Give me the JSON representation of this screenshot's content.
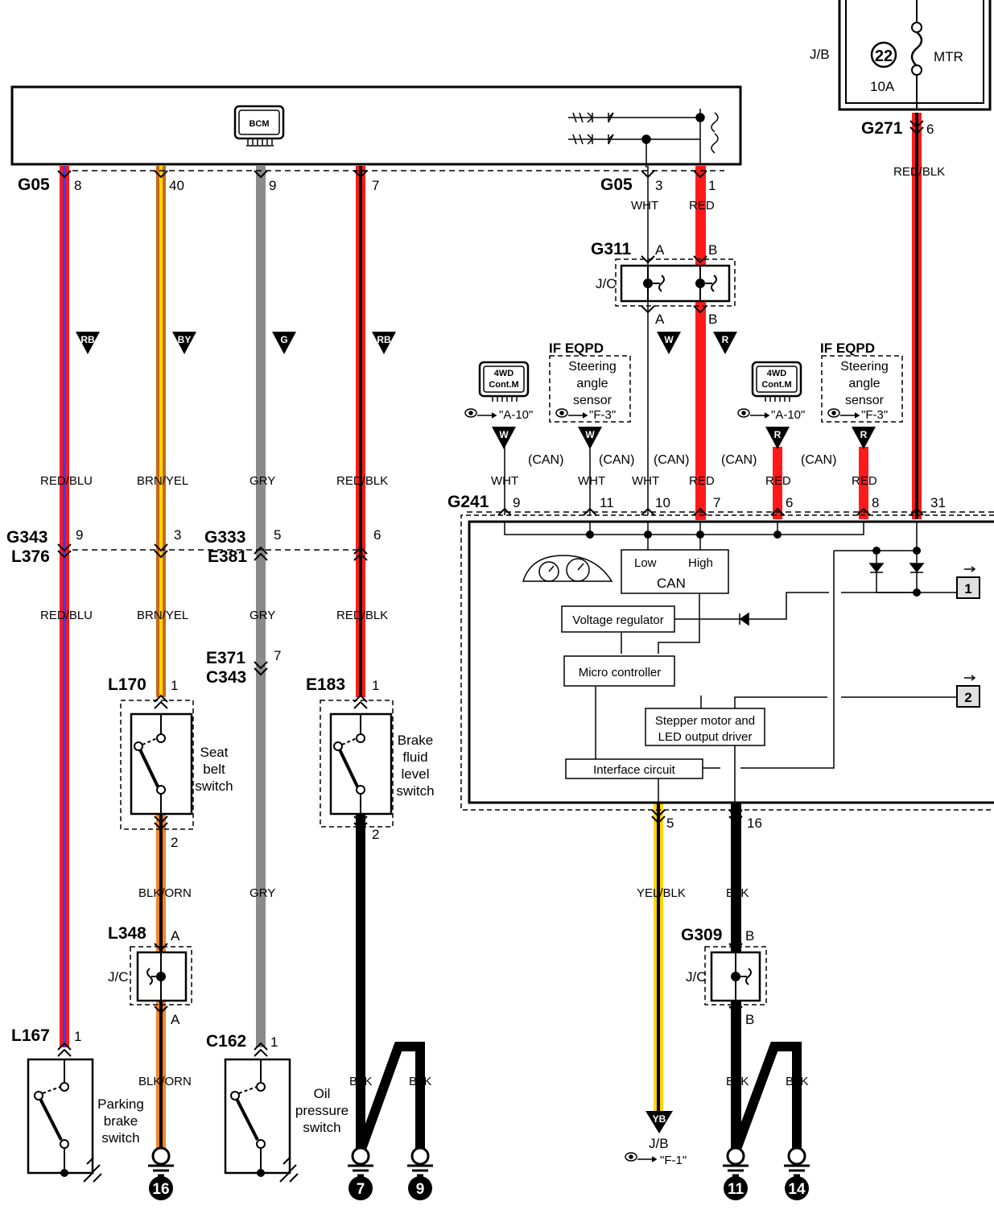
{
  "modules": {
    "bcm": "BCM",
    "fuse_box": {
      "jb": "J/B",
      "fuse_no": "22",
      "rating": "10A",
      "name": "MTR"
    },
    "g311_jc": "J/C",
    "l348_jc": "J/C",
    "g309_jc": "J/C",
    "ecu_4wd_left": "4WD\nCont.M",
    "ecu_4wd_right": "4WD\nCont.M",
    "if_eqpd": "IF EQPD",
    "steering_sensor": "Steering\nangle\nsensor",
    "ref_a10": "\"A-10\"",
    "ref_f3": "\"F-3\"",
    "ref_f1": "\"F-1\"",
    "jb_ref": "J/B",
    "meter": {
      "can_low": "Low",
      "can_high": "High",
      "can": "CAN",
      "voltage_regulator": "Voltage regulator",
      "micro_controller": "Micro controller",
      "stepper_driver": "Stepper motor and\nLED output driver",
      "interface": "Interface circuit",
      "out1": "1",
      "out2": "2"
    }
  },
  "connectors": {
    "g05_left": "G05",
    "g05_right": "G05",
    "g271": "G271",
    "g311": "G311",
    "g241": "G241",
    "g343": "G343",
    "l376": "L376",
    "g333": "G333",
    "e381": "E381",
    "e371": "E371",
    "c343": "C343",
    "l170": "L170",
    "e183": "E183",
    "l348": "L348",
    "l167": "L167",
    "c162": "C162",
    "g309": "G309"
  },
  "pins": {
    "p8": "8",
    "p40": "40",
    "p9": "9",
    "p7": "7",
    "p3": "3",
    "p1": "1",
    "p6": "6",
    "pA_top": "A",
    "pB_top": "B",
    "pA_bot": "A",
    "pB_bot": "B",
    "g241_9": "9",
    "g241_11": "11",
    "g241_10": "10",
    "g241_7": "7",
    "g241_6": "6",
    "g241_8": "8",
    "g241_31": "31",
    "g343_9": "9",
    "g343_3": "3",
    "g333_5": "5",
    "g333_6": "6",
    "e371_7": "7",
    "l170_1": "1",
    "l170_2": "2",
    "e183_1": "1",
    "e183_2": "2",
    "l348_A1": "A",
    "l348_A2": "A",
    "l167_1": "1",
    "c162_1": "1",
    "g309_B1": "B",
    "g309_B2": "B",
    "m5": "5",
    "m16": "16"
  },
  "wires": {
    "red_blu": "RED/BLU",
    "brn_yel": "BRN/YEL",
    "gry": "GRY",
    "red_blk": "RED/BLK",
    "wht": "WHT",
    "red": "RED",
    "blk_orn": "BLK/ORN",
    "yel_blk": "YEL/BLK",
    "blk": "BLK",
    "can": "(CAN)"
  },
  "badges": {
    "rb": "RB",
    "by": "BY",
    "g": "G",
    "w": "W",
    "r": "R",
    "yb": "YB"
  },
  "switches": {
    "seat_belt": "Seat\nbelt\nswitch",
    "brake_fluid": "Brake\nfluid\nlevel\nswitch",
    "parking_brake": "Parking\nbrake\nswitch",
    "oil_pressure": "Oil\npressure\nswitch"
  },
  "grounds": {
    "g16": "16",
    "g7": "7",
    "g9": "9",
    "g11": "11",
    "g14": "14"
  },
  "colors": {
    "red": "#ff1a1a",
    "blue": "#3a3aff",
    "brown": "#c46a1a",
    "yellow": "#ffd400",
    "gray": "#8a8a8a",
    "orange": "#f0862a",
    "black": "#000000"
  }
}
